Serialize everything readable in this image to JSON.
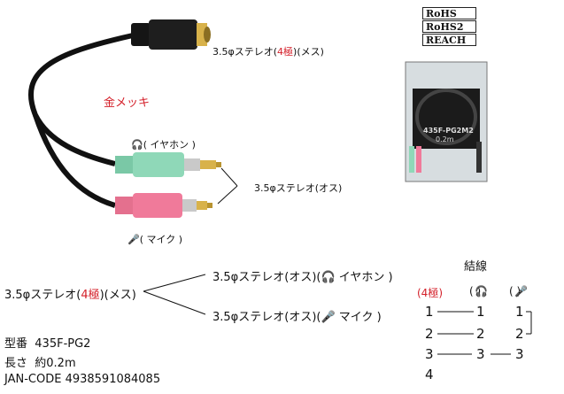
{
  "labels": {
    "jack_top": "3.5φステレオ(",
    "jack_top_red": "4極",
    "jack_top_end": ")(メス)",
    "gold": "金メッキ",
    "earphone": "( イヤホン )",
    "plugs": "3.5φステレオ(オス)",
    "mic": "( マイク )"
  },
  "cert": {
    "rohs": "RoHS",
    "rohs2": "RoHS2",
    "reach": "REACH"
  },
  "package": {
    "model": "435F-PG2M2",
    "length": "0.2m"
  },
  "diagram": {
    "source_pre": "3.5φステレオ(",
    "source_red": "4極",
    "source_post": ")(メス)",
    "out1": "3.5φステレオ(オス)(",
    "out1_end": " イヤホン )",
    "out2": "3.5φステレオ(オス)(",
    "out2_end": " マイク )"
  },
  "specs": {
    "model_label": "型番",
    "model_value": "435F-PG2",
    "length_label": "長さ",
    "length_value": "約0.2m",
    "jan": "JAN-CODE 4938591084085"
  },
  "wiring": {
    "title": "結線",
    "head_4pole": "(4極)",
    "head_ear": "( )",
    "head_mic": "( )",
    "rows": [
      {
        "a": "1",
        "b": "1",
        "c": "1"
      },
      {
        "a": "2",
        "b": "2",
        "c": "2"
      },
      {
        "a": "3",
        "b": "3",
        "c": "3"
      },
      {
        "a": "4"
      }
    ]
  },
  "colors": {
    "red": "#d4202a",
    "green": "#8fd8b8",
    "pink": "#f07a9a",
    "gold": "#d8b24a"
  }
}
